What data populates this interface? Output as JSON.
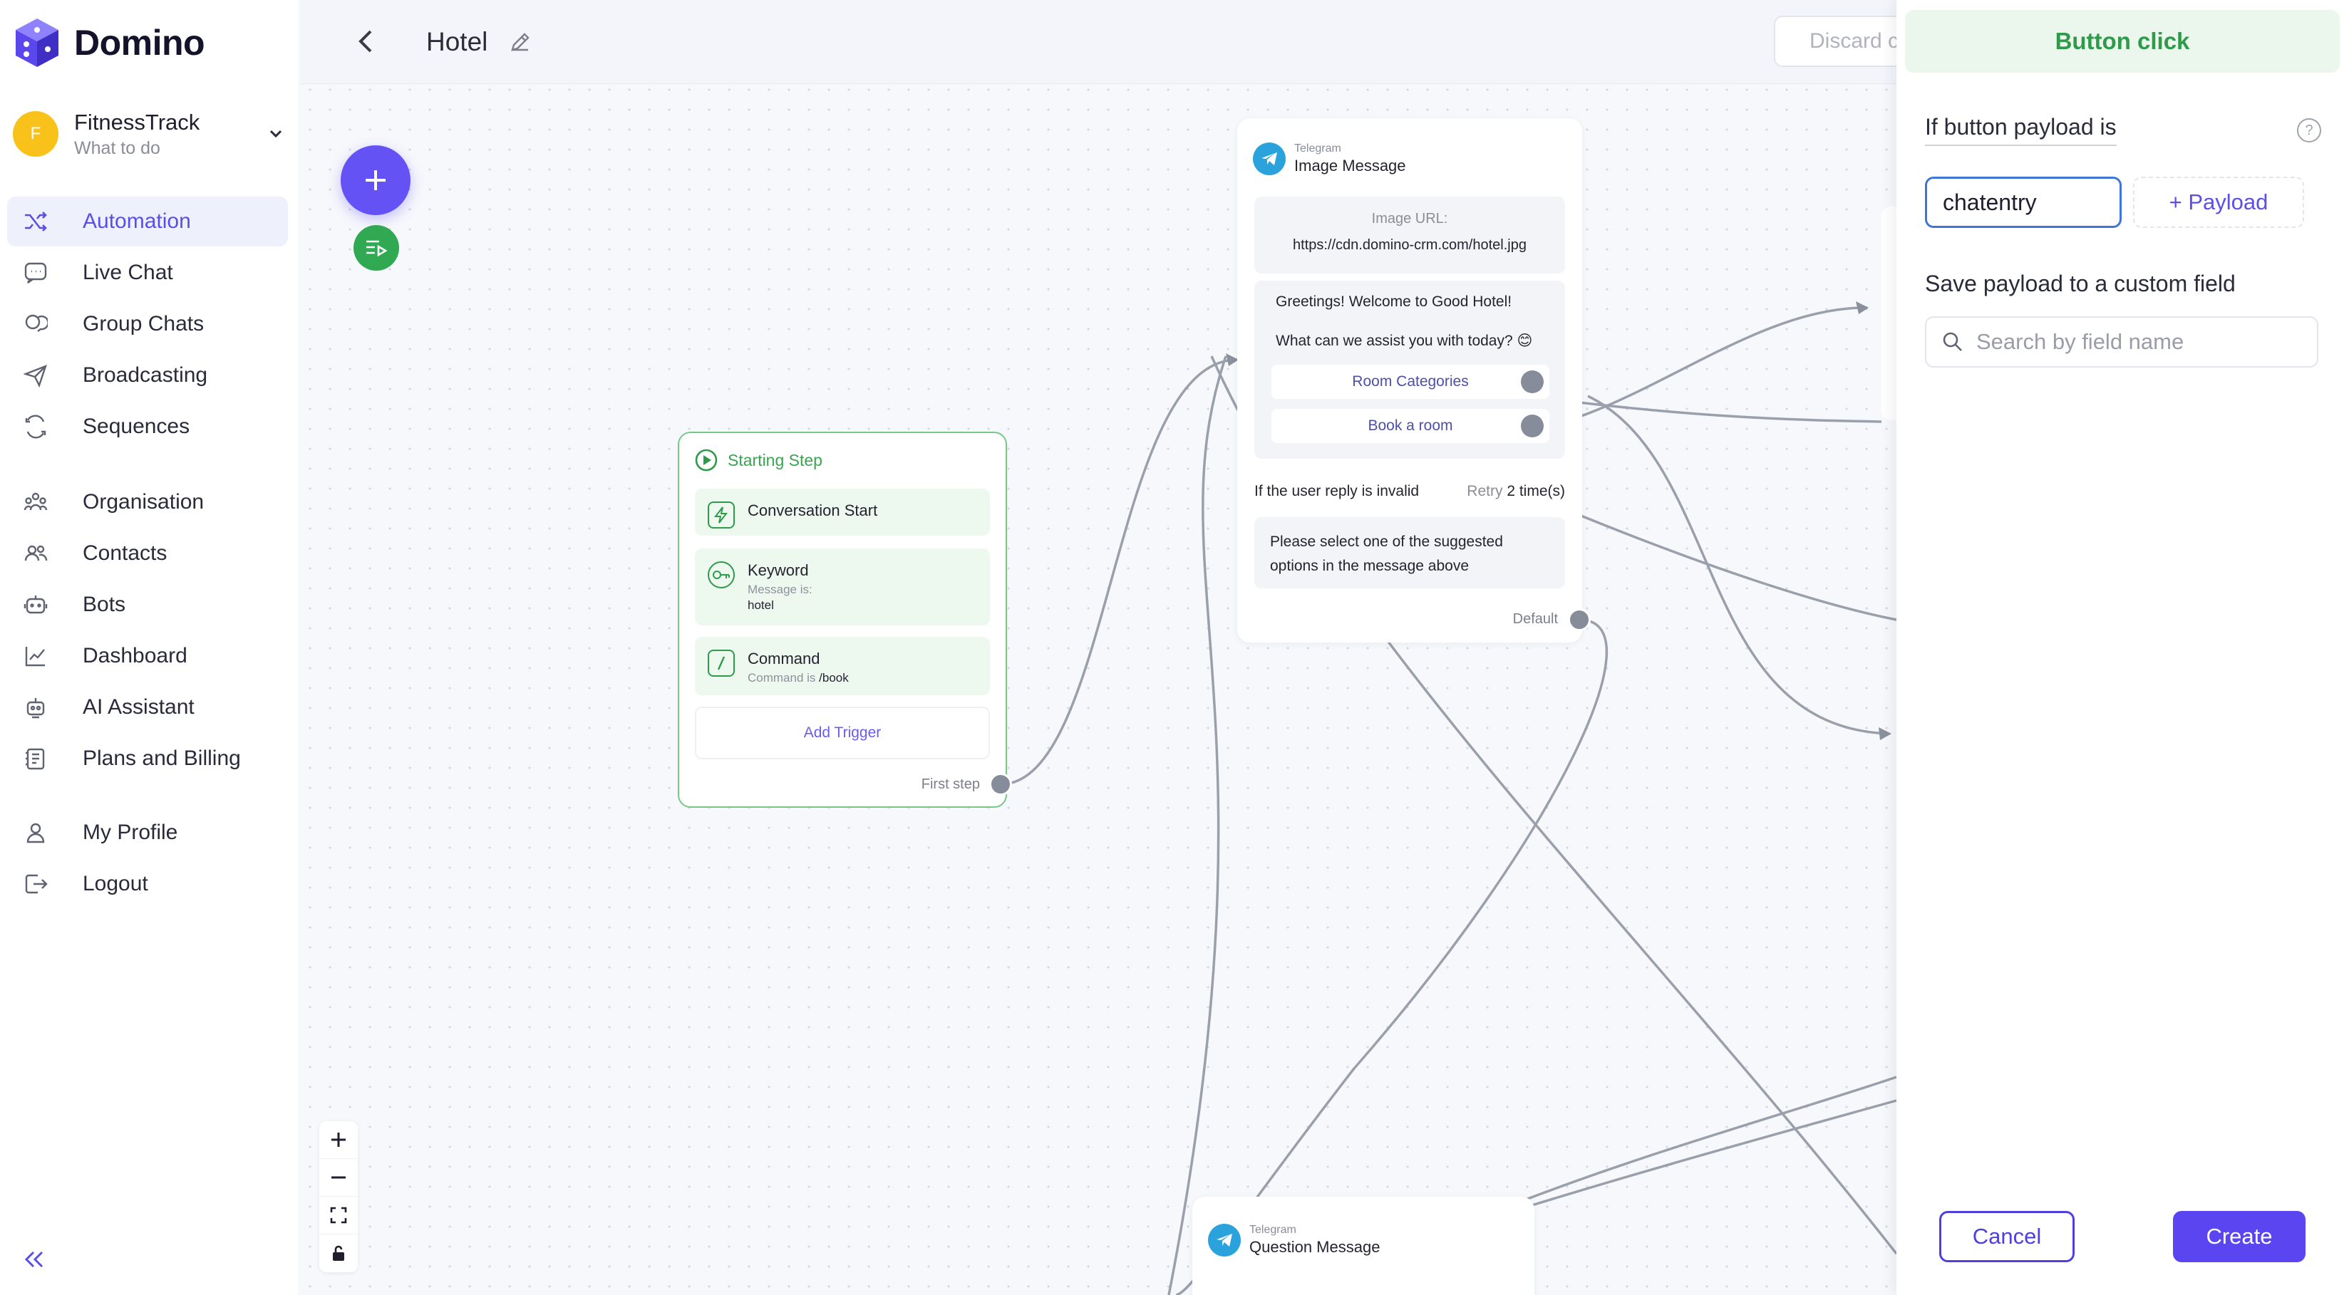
{
  "app": {
    "brand": "Domino",
    "accent_color": "#6552f5",
    "success_color": "#31a852"
  },
  "workspace": {
    "avatar_letter": "F",
    "name": "FitnessTrack",
    "subtitle": "What to do"
  },
  "sidebar": {
    "items": [
      {
        "label": "Automation",
        "icon": "shuffle-icon",
        "active": true
      },
      {
        "label": "Live Chat",
        "icon": "chat-bubble-icon"
      },
      {
        "label": "Group Chats",
        "icon": "group-chat-icon"
      },
      {
        "label": "Broadcasting",
        "icon": "send-icon"
      },
      {
        "label": "Sequences",
        "icon": "sequence-icon"
      },
      {
        "label": "Organisation",
        "icon": "organisation-icon"
      },
      {
        "label": "Contacts",
        "icon": "contacts-icon"
      },
      {
        "label": "Bots",
        "icon": "bot-icon"
      },
      {
        "label": "Dashboard",
        "icon": "chart-icon"
      },
      {
        "label": "AI Assistant",
        "icon": "ai-robot-icon"
      },
      {
        "label": "Plans and Billing",
        "icon": "billing-icon"
      },
      {
        "label": "My Profile",
        "icon": "user-icon"
      },
      {
        "label": "Logout",
        "icon": "logout-icon"
      }
    ]
  },
  "header": {
    "title": "Hotel",
    "discard_label": "Discard c"
  },
  "start_step": {
    "title": "Starting Step",
    "triggers": [
      {
        "title": "Conversation Start",
        "icon": "lightning-icon"
      },
      {
        "title": "Keyword",
        "sub": "Message is:",
        "value": "hotel",
        "icon": "key-icon"
      },
      {
        "title": "Command",
        "sub": "Command is",
        "value": "/book",
        "icon": "slash-icon"
      }
    ],
    "add_trigger": "Add Trigger",
    "first_step": "First step"
  },
  "image_message": {
    "channel": "Telegram",
    "type": "Image Message",
    "url_label": "Image URL:",
    "url": "https://cdn.domino-crm.com/hotel.jpg",
    "greeting": "Greetings! Welcome to Good Hotel!",
    "question": "What can we assist you with today? 😊",
    "buttons": [
      "Room Categories",
      "Book a room"
    ],
    "invalid_label": "If the user reply is invalid",
    "retry_label": "Retry",
    "retry_count": "2 time(s)",
    "invalid_text": "Please select one of the suggested options in the message above",
    "default_label": "Default"
  },
  "question_message": {
    "channel": "Telegram",
    "type": "Question Message"
  },
  "panel": {
    "title": "Button click",
    "payload_label": "If button payload is",
    "payload_value": "chatentry",
    "add_payload": "+ Payload",
    "save_label": "Save payload to a custom field",
    "search_placeholder": "Search by field name",
    "cancel": "Cancel",
    "create": "Create"
  }
}
